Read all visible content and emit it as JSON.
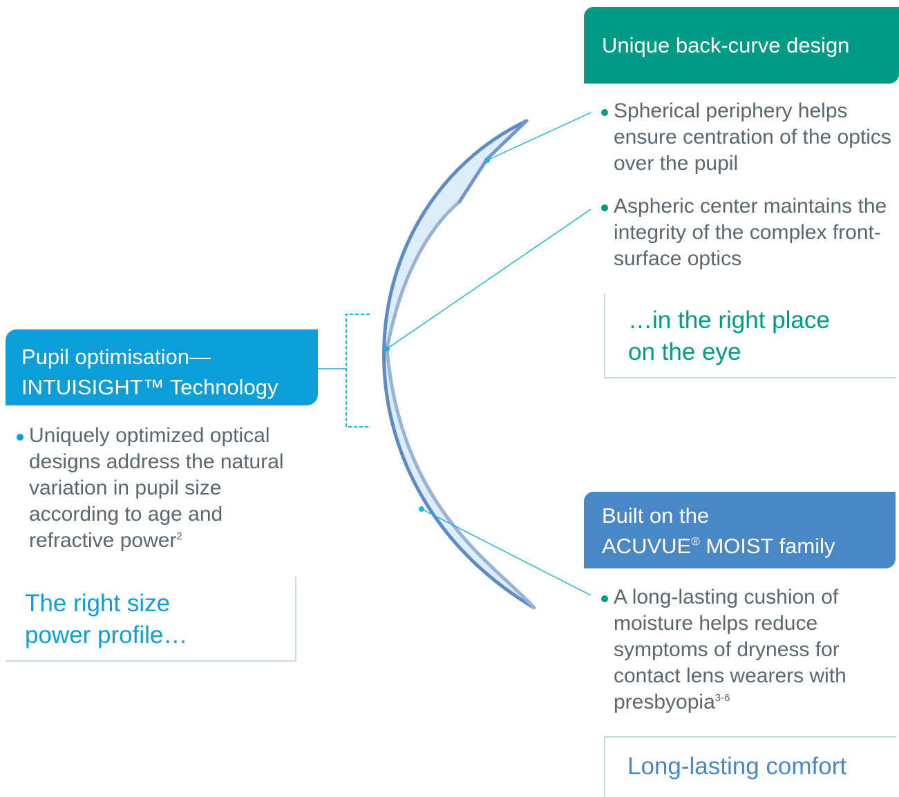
{
  "sections": {
    "back_curve": {
      "header": "Unique back-curve design",
      "bullets": [
        "Spherical periphery helps ensure centration of the optics over the pupil",
        "Aspheric center maintains the integrity of the complex front-surface optics"
      ],
      "tagline": "…in the right place on the eye",
      "color": "#009b84"
    },
    "pupil": {
      "header_line1": "Pupil optimisation—",
      "header_line2": "INTUISIGHT™ Technology",
      "bullet_text": "Uniquely optimized optical designs address the natural variation in pupil size according to age and refractive power",
      "bullet_sup": "2",
      "tagline": "The right size power profile…",
      "color": "#0b9ed9"
    },
    "moist": {
      "header_line1": "Built on the",
      "header_line2_pre": "ACUVUE",
      "header_line2_sup": "®",
      "header_line2_post": " MOIST family",
      "bullet_text": "A long-lasting cushion of moisture helps reduce symptoms of dryness for contact lens wearers with presbyopia",
      "bullet_sup": "3-6",
      "tagline": "Long-lasting comfort",
      "color": "#4a87c6"
    }
  }
}
